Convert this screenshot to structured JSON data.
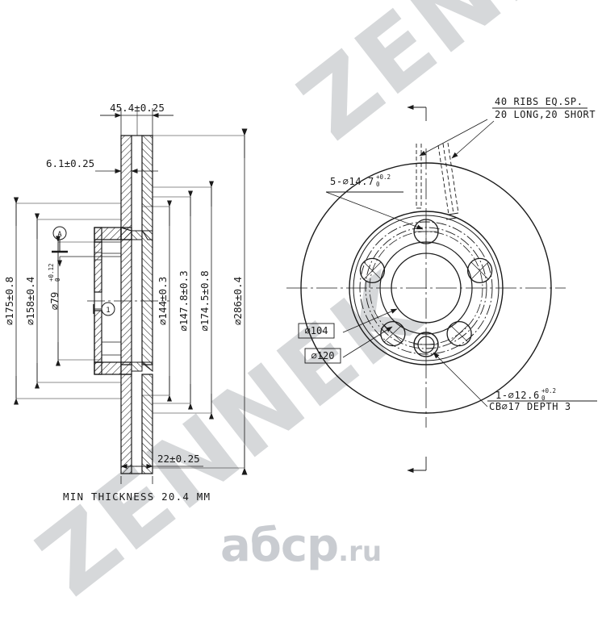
{
  "document": {
    "type": "engineering-drawing",
    "subject": "Ventilated brake disc / rotor",
    "note_bottom": "MIN THICKNESS 20.4 MM"
  },
  "colors": {
    "line": "#1a1a1a",
    "paper": "#ffffff",
    "watermark_gray": "#d6d8da",
    "watermark_abcp": "#c9ccd1",
    "hatch": "#1a1a1a"
  },
  "section_view": {
    "name": "cross-section-view",
    "horizontal_dimensions": [
      {
        "id": "dim-45-4",
        "label": "45.4±0.25"
      },
      {
        "id": "dim-6-1",
        "label": "6.1±0.25"
      },
      {
        "id": "dim-22",
        "label": "22±0.25"
      }
    ],
    "vertical_dimensions": [
      {
        "id": "dim-dia-175",
        "label": "⌀175±0.8"
      },
      {
        "id": "dim-dia-158",
        "label": "⌀158±0.4"
      },
      {
        "id": "dim-dia-79",
        "label": "⌀79",
        "tol_upper": "+0.12",
        "tol_lower": "0"
      },
      {
        "id": "dim-dia-144",
        "label": "⌀144±0.3"
      },
      {
        "id": "dim-dia-147-8",
        "label": "⌀147.8±0.3"
      },
      {
        "id": "dim-dia-174-5",
        "label": "⌀174.5±0.8"
      },
      {
        "id": "dim-dia-286",
        "label": "⌀286±0.4"
      }
    ],
    "datum": {
      "id": "datum-a",
      "label": "A"
    },
    "balloon": {
      "id": "balloon-1",
      "label": "1"
    }
  },
  "face_view": {
    "name": "front-face-view",
    "callouts": [
      {
        "id": "callout-ribs",
        "line1": "40 RIBS EQ.SP.",
        "line2": "20 LONG,20 SHORT"
      },
      {
        "id": "callout-bolt-holes",
        "line1": "5-⌀14.7",
        "tol_upper": "+0.2",
        "tol_lower": "0"
      },
      {
        "id": "callout-pilot-hole",
        "line1": "1-⌀12.6",
        "tol_upper": "+0.2",
        "tol_lower": "0",
        "line2": "CB⌀17 DEPTH 3"
      }
    ],
    "boxed_dimensions": [
      {
        "id": "box-dia-104",
        "label": "⌀104"
      },
      {
        "id": "box-dia-120",
        "label": "⌀120"
      }
    ],
    "bolt_hole_count": 5,
    "pilot_hole_count": 1
  },
  "watermarks": {
    "diagonal_text": "ZENNEK",
    "site_main": "абср",
    "site_suffix": ".ru"
  }
}
